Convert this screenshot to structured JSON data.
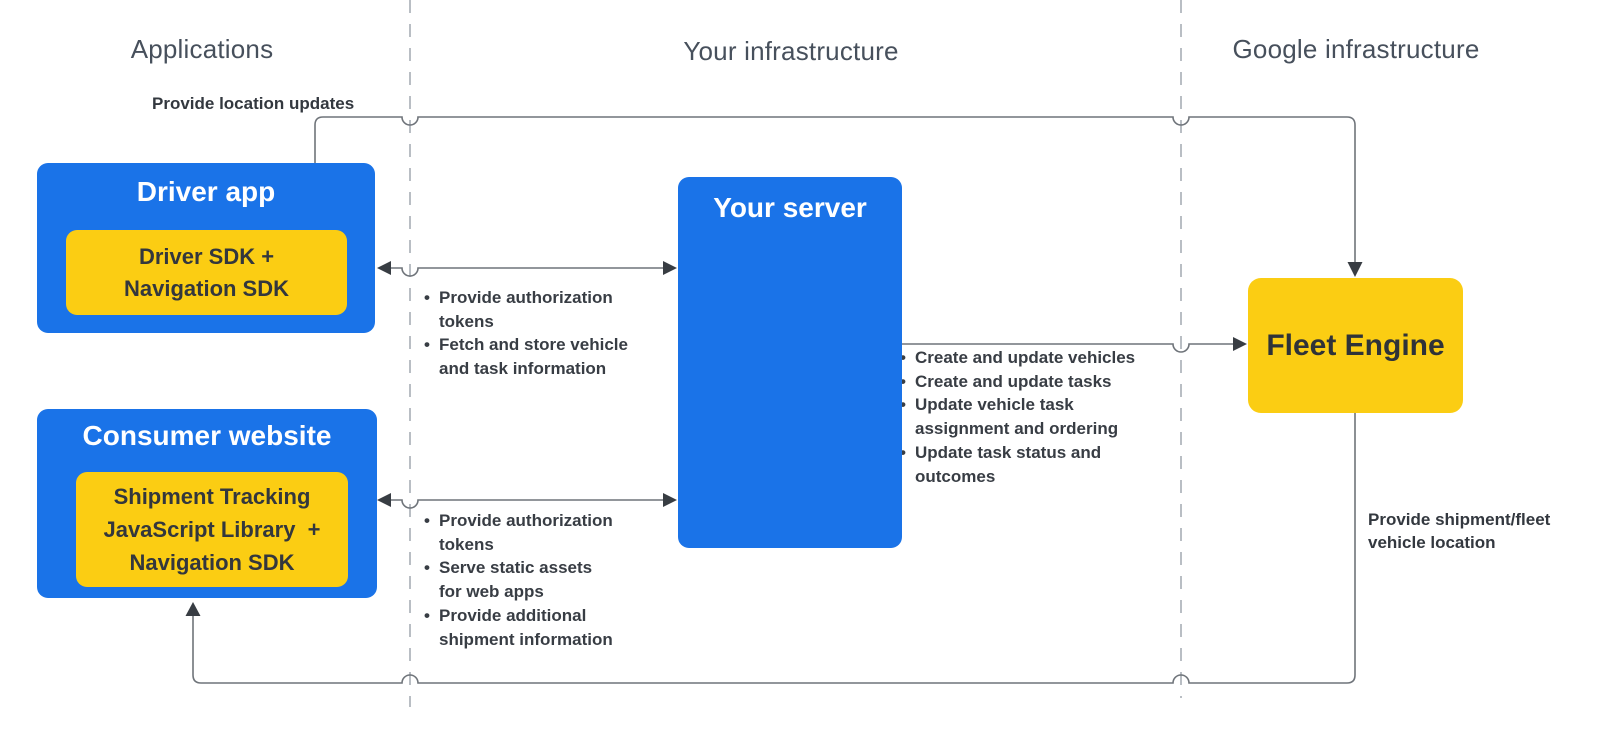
{
  "bullet_char": "•",
  "colors": {
    "primary_blue": "#1a73e8",
    "accent_yellow": "#fbcd13",
    "line_gray": "#6f747a",
    "dashed_gray": "#b9bec4"
  },
  "columns": [
    {
      "label": "Applications"
    },
    {
      "label": "Your infrastructure"
    },
    {
      "label": "Google infrastructure"
    }
  ],
  "nodes": {
    "driver_app": {
      "title": "Driver app",
      "inner": "Driver SDK +\nNavigation SDK"
    },
    "consumer_website": {
      "title": "Consumer website",
      "inner": "Shipment Tracking\nJavaScript Library  +\nNavigation SDK"
    },
    "your_server": {
      "title": "Your server"
    },
    "fleet_engine": {
      "title": "Fleet Engine"
    }
  },
  "edge_labels": {
    "location_updates": "Provide location updates",
    "shipment_location": "Provide shipment/fleet\nvehicle location"
  },
  "edge_lists": {
    "driver_server": [
      "Provide authorization\ntokens",
      "Fetch and store vehicle\nand task information"
    ],
    "consumer_server": [
      "Provide authorization\ntokens",
      "Serve static assets\nfor web apps",
      "Provide additional\nshipment information"
    ],
    "server_fleet": [
      "Create and update vehicles",
      "Create and update tasks",
      "Update vehicle task\nassignment and ordering",
      "Update task status and\noutcomes"
    ]
  }
}
